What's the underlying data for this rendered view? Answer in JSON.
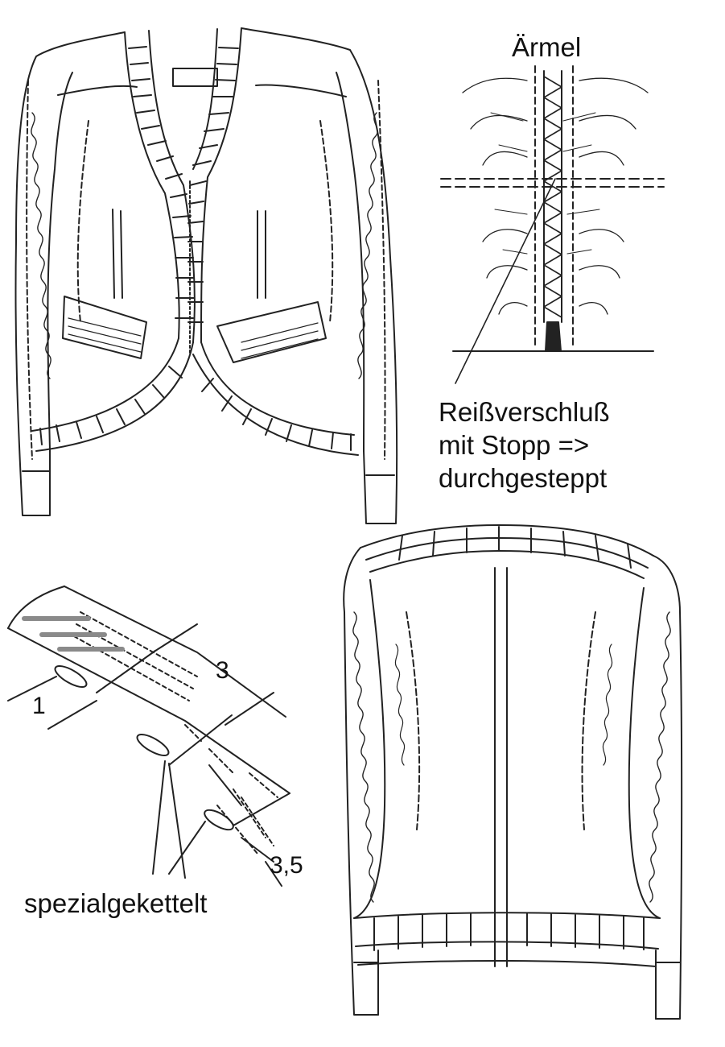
{
  "labels": {
    "sleeve": "Ärmel",
    "zipper_line1": "Reißverschluß",
    "zipper_line2": "mit Stopp =>",
    "zipper_line3": "durchgesteppt",
    "seam_1": "1",
    "seam_3": "3",
    "seam_3_5": "3,5",
    "chain_stitch": "spezialgekettelt"
  },
  "colors": {
    "ink": "#222222",
    "stitch_marks": "#8a8a8a",
    "background": "#ffffff"
  }
}
